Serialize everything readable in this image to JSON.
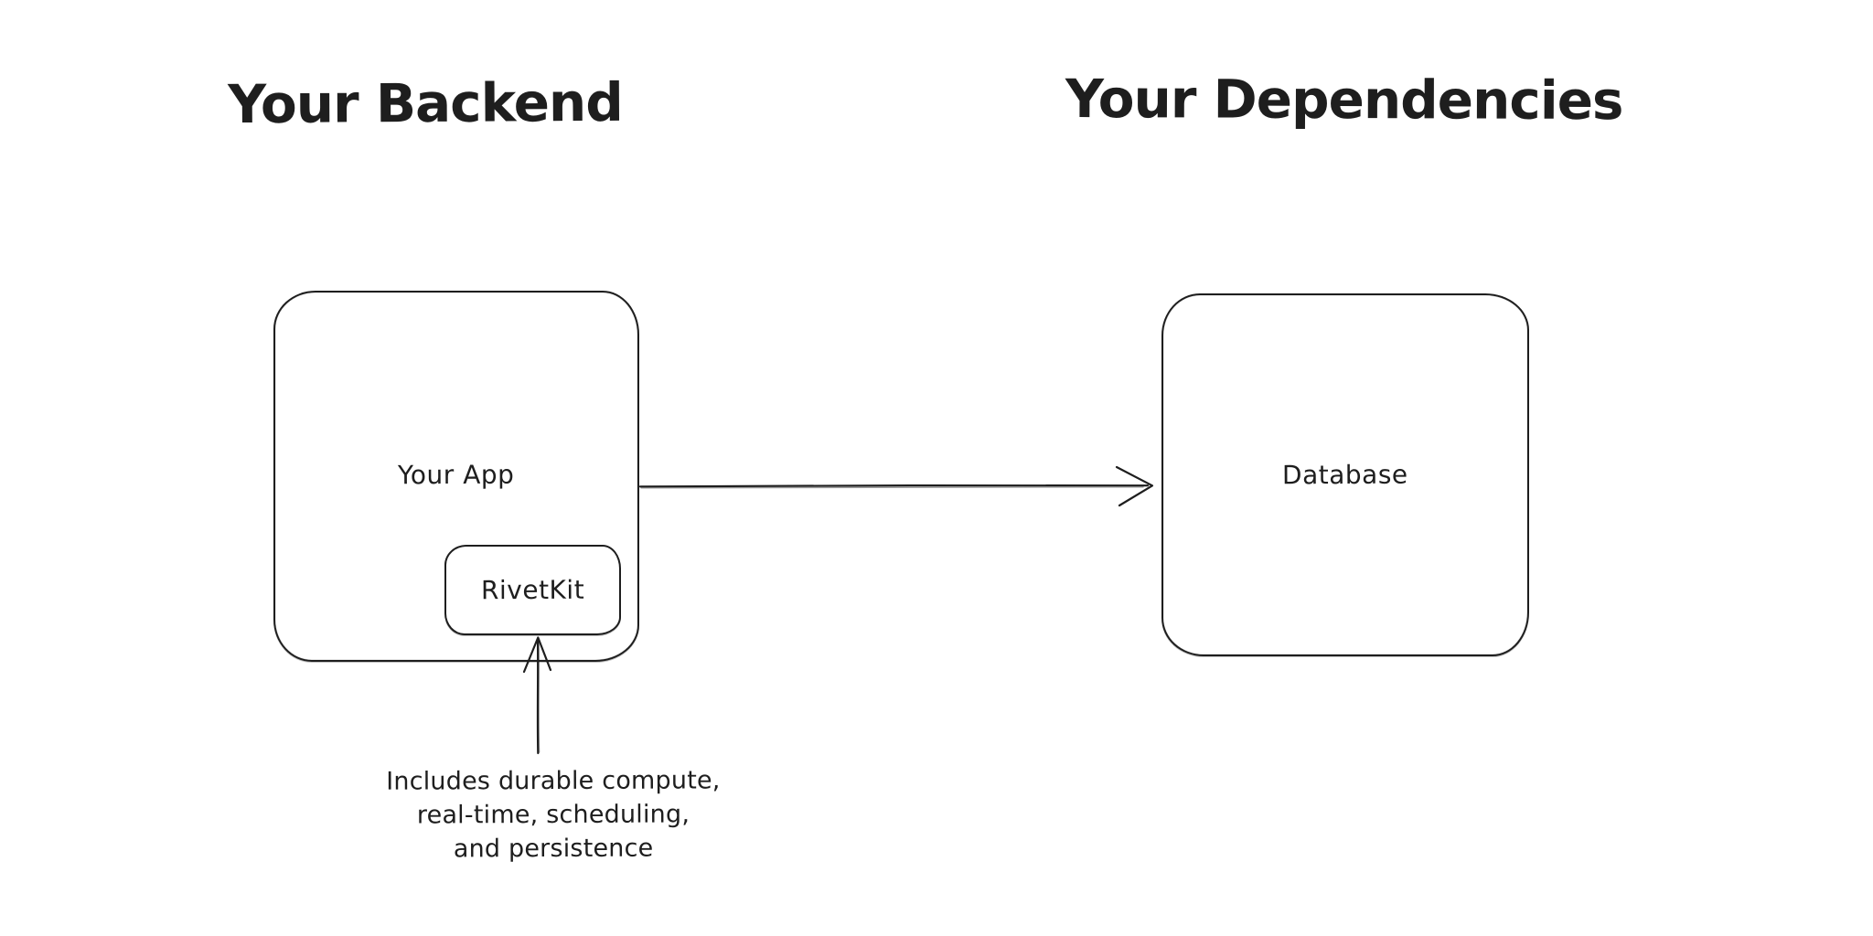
{
  "canvas": {
    "background_color": "#ffffff",
    "stroke_color": "#1e1e1e",
    "text_color": "#1e1e1e",
    "style": "hand-drawn sketch (excalidraw-like)"
  },
  "titles": {
    "backend": "Your Backend",
    "dependencies": "Your Dependencies"
  },
  "nodes": {
    "app": {
      "label": "Your App"
    },
    "rivetkit": {
      "label": "RivetKit"
    },
    "database": {
      "label": "Database"
    }
  },
  "connections": {
    "app_to_database": {
      "from": "Your App",
      "to": "Database",
      "type": "arrow"
    },
    "note_to_rivetkit": {
      "from": "note",
      "to": "RivetKit",
      "type": "arrow"
    }
  },
  "note": {
    "lines": [
      "Includes durable compute,",
      "real-time, scheduling,",
      "and persistence"
    ]
  }
}
